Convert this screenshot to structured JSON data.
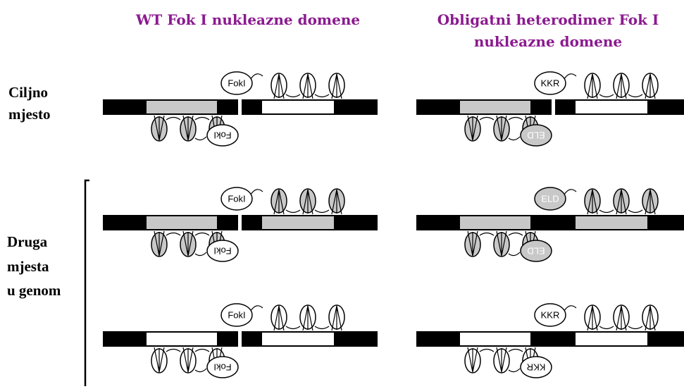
{
  "headers": {
    "left": "WT Fok I nukleazne domene",
    "right_line1": "Obligatni heterodimer Fok I",
    "right_line2": "nukleazne domene"
  },
  "rows": {
    "target_line1": "Ciljno",
    "target_line2": "mjesto",
    "other_line1": "Druga",
    "other_line2": "mjesta",
    "other_line3": "u genom"
  },
  "domains": {
    "foki": "FokI",
    "kkr": "KKR",
    "eld": "ELD"
  },
  "colors": {
    "heading": "#8b1a8f",
    "dna": "#000000",
    "site_grey": "#c8c8c8",
    "site_white": "#ffffff",
    "finger_grey": "#c8c8c8",
    "eld_text": "#ffffff"
  },
  "panels": [
    {
      "top": {
        "domain": "foki",
        "fingers": "white"
      },
      "bottom": {
        "domain": "foki",
        "fingers": "grey"
      },
      "sites": [
        "grey",
        "white"
      ],
      "gap": true
    },
    {
      "top": {
        "domain": "kkr",
        "fingers": "white"
      },
      "bottom": {
        "domain": "eld",
        "fingers": "grey"
      },
      "sites": [
        "grey",
        "white"
      ],
      "gap": true
    },
    {
      "top": {
        "domain": "foki",
        "fingers": "grey"
      },
      "bottom": {
        "domain": "foki",
        "fingers": "grey"
      },
      "sites": [
        "grey",
        "grey"
      ],
      "gap": true
    },
    {
      "top": {
        "domain": "eld",
        "fingers": "grey"
      },
      "bottom": {
        "domain": "eld",
        "fingers": "grey"
      },
      "sites": [
        "grey",
        "grey"
      ],
      "gap": false
    },
    {
      "top": {
        "domain": "foki",
        "fingers": "white"
      },
      "bottom": {
        "domain": "foki",
        "fingers": "white"
      },
      "sites": [
        "white",
        "white"
      ],
      "gap": true
    },
    {
      "top": {
        "domain": "kkr",
        "fingers": "white"
      },
      "bottom": {
        "domain": "kkr",
        "fingers": "white"
      },
      "sites": [
        "white",
        "white"
      ],
      "gap": false
    }
  ]
}
